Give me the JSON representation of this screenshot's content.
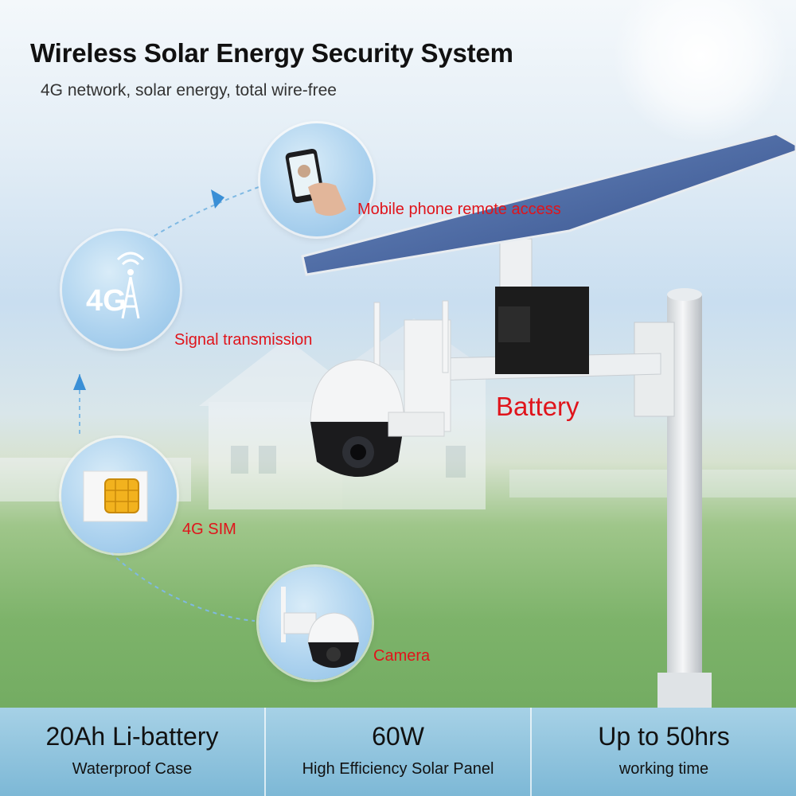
{
  "header": {
    "title": "Wireless Solar Energy Security System",
    "subtitle": "4G network, solar energy, total wire-free"
  },
  "labels": {
    "mobile": "Mobile phone remote access",
    "signal": "Signal transmission",
    "sim": "4G SIM",
    "camera": "Camera",
    "battery": "Battery",
    "fourg_badge": "4G"
  },
  "features": [
    {
      "title": "20Ah Li-battery",
      "subtitle": "Waterproof Case"
    },
    {
      "title": "60W",
      "subtitle": "High Efficiency Solar Panel"
    },
    {
      "title": "Up to 50hrs",
      "subtitle": "working time"
    }
  ],
  "colors": {
    "label_red": "#e0141b",
    "circle_blue": "#8fc0e6",
    "bar_blue": "#7db8d6"
  },
  "icons": [
    "phone-hand-icon",
    "4g-tower-icon",
    "sim-card-icon",
    "ptz-camera-icon"
  ]
}
